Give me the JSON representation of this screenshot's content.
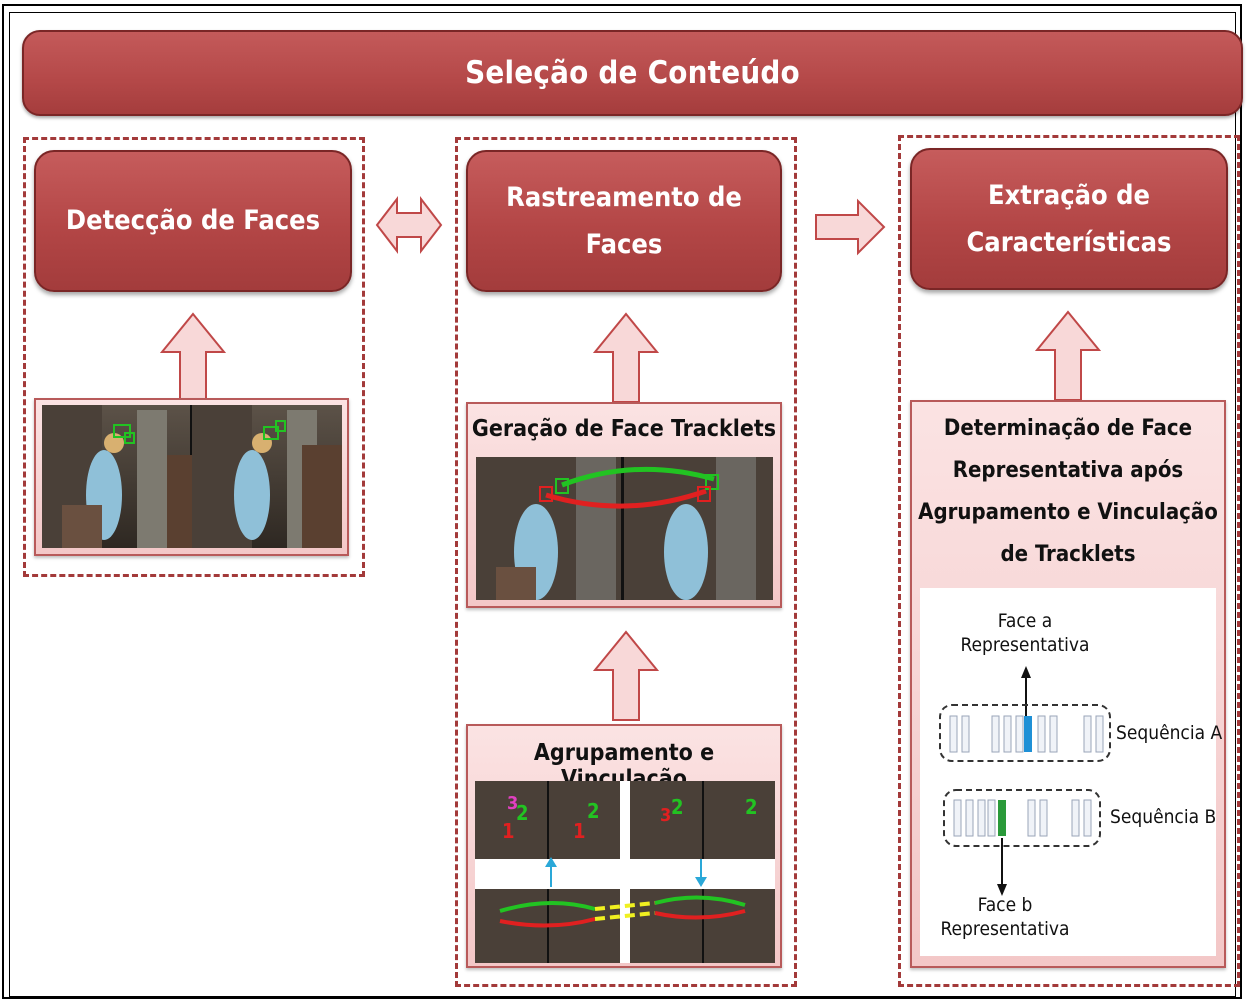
{
  "title": "Seleção de Conteúdo",
  "columns": {
    "detection": {
      "title": "Detecção de Faces"
    },
    "tracking": {
      "title_line1": "Rastreamento de",
      "title_line2": "Faces",
      "tracklets_label": "Geração de Face Tracklets",
      "grouping_label": "Agrupamento e Vinculação",
      "track_numbers": [
        "1",
        "2",
        "3",
        "1",
        "2",
        "3",
        "2",
        "2"
      ]
    },
    "extraction": {
      "title_line1": "Extração de",
      "title_line2": "Características",
      "panel_lines": [
        "Determinação de Face",
        "Representativa após",
        "Agrupamento e Vinculação",
        "de Tracklets"
      ],
      "face_a_line1": "Face a",
      "face_a_line2": "Representativa",
      "seq_a": "Sequência A",
      "seq_b": "Sequência B",
      "face_b_line1": "Face b",
      "face_b_line2": "Representativa"
    }
  },
  "colors": {
    "primary_red": "#b44848",
    "dashed_border": "#a33a3a",
    "pink_fill": "#f6d2d2",
    "track_green": "#22c322",
    "track_red": "#e02020",
    "link_yellow": "#f0f020",
    "rep_blue": "#1e90d6",
    "rep_green": "#2a9a3a"
  }
}
